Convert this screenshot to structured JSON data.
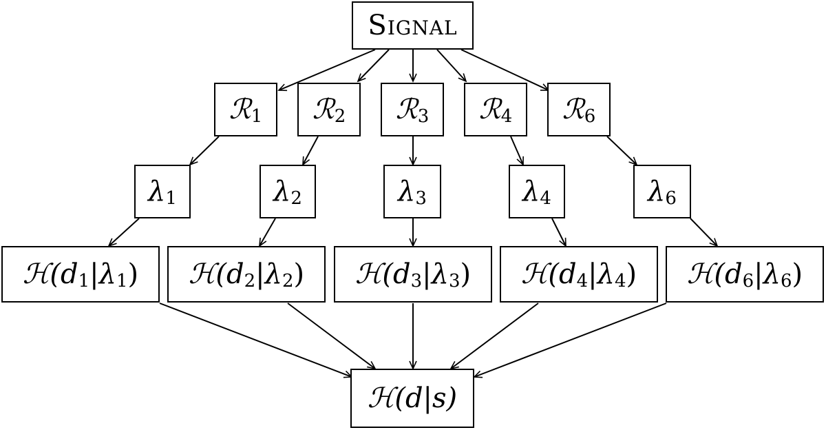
{
  "source": {
    "label": "Signal"
  },
  "r_nodes": [
    {
      "symbol": "ℛ",
      "sub": "1"
    },
    {
      "symbol": "ℛ",
      "sub": "2"
    },
    {
      "symbol": "ℛ",
      "sub": "3"
    },
    {
      "symbol": "ℛ",
      "sub": "4"
    },
    {
      "symbol": "ℛ",
      "sub": "6"
    }
  ],
  "lambda_nodes": [
    {
      "symbol": "λ",
      "sub": "1"
    },
    {
      "symbol": "λ",
      "sub": "2"
    },
    {
      "symbol": "λ",
      "sub": "3"
    },
    {
      "symbol": "λ",
      "sub": "4"
    },
    {
      "symbol": "λ",
      "sub": "6"
    }
  ],
  "h_nodes": [
    {
      "pre": "ℋ(",
      "d": "d",
      "dsub": "1",
      "bar": "|",
      "l": "λ",
      "lsub": "1",
      "post": ")"
    },
    {
      "pre": "ℋ(",
      "d": "d",
      "dsub": "2",
      "bar": "|",
      "l": "λ",
      "lsub": "2",
      "post": ")"
    },
    {
      "pre": "ℋ(",
      "d": "d",
      "dsub": "3",
      "bar": "|",
      "l": "λ",
      "lsub": "3",
      "post": ")"
    },
    {
      "pre": "ℋ(",
      "d": "d",
      "dsub": "4",
      "bar": "|",
      "l": "λ",
      "lsub": "4",
      "post": ")"
    },
    {
      "pre": "ℋ(",
      "d": "d",
      "dsub": "6",
      "bar": "|",
      "l": "λ",
      "lsub": "6",
      "post": ")"
    }
  ],
  "sink": {
    "text": "ℋ(d|s)"
  }
}
